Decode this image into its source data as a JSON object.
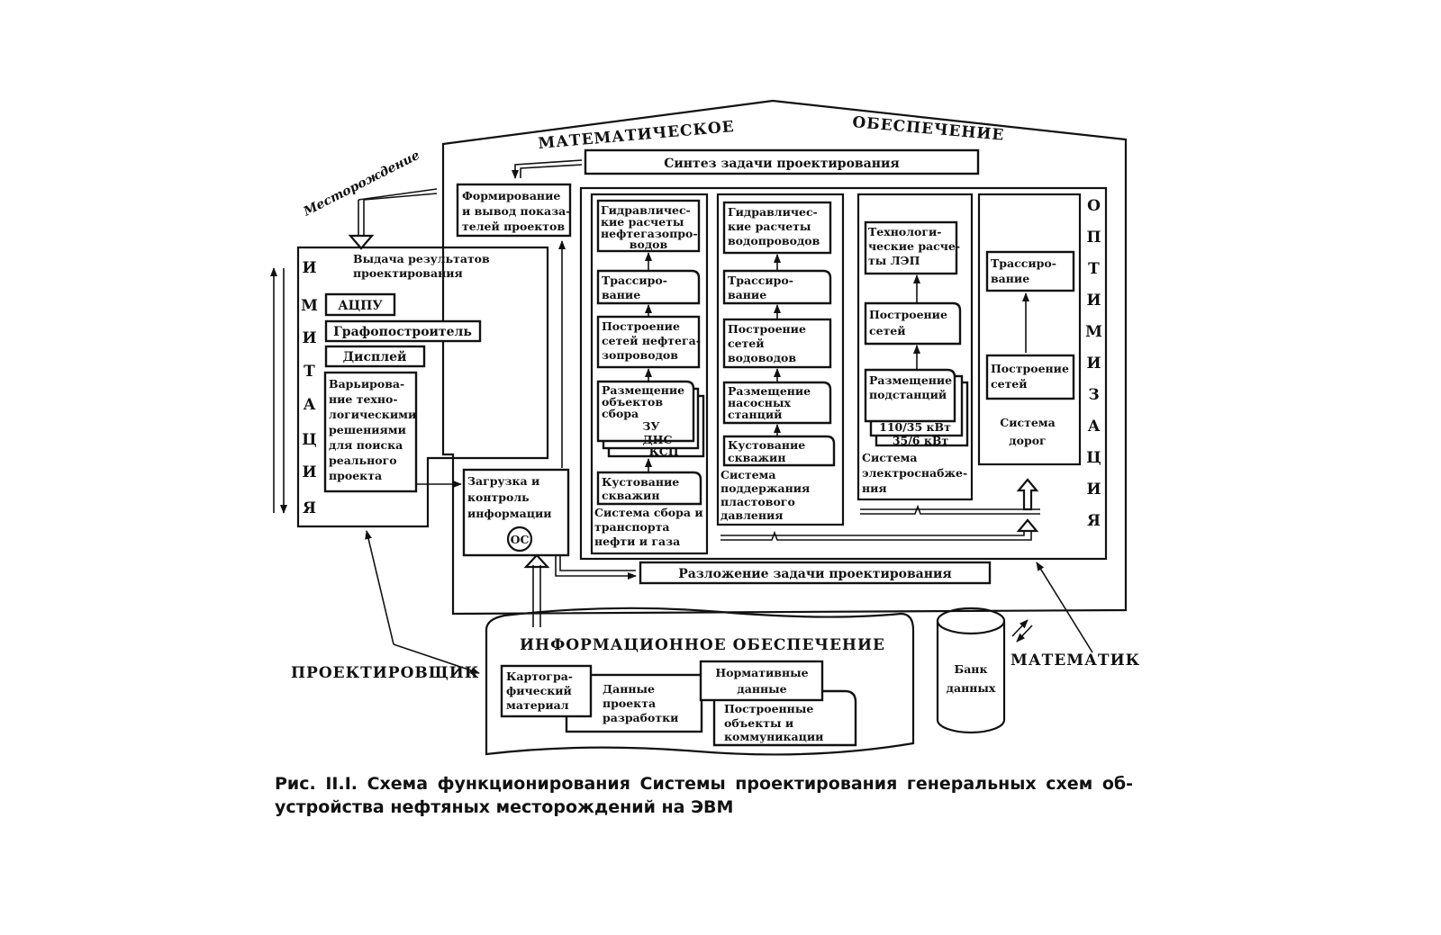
{
  "top": {
    "math_title_1": "МАТЕМАТИЧЕСКОЕ",
    "math_title_2": "ОБЕСПЕЧЕНИЕ",
    "synthesis": "Синтез задачи проектирования",
    "decomposition": "Разложение задачи проектирования",
    "optimization_letters": [
      "О",
      "П",
      "Т",
      "И",
      "М",
      "И",
      "З",
      "А",
      "Ц",
      "И",
      "Я"
    ]
  },
  "field_label": "Месторождение",
  "forming": [
    "Формирование",
    "и вывод показа-",
    "телей проектов"
  ],
  "imitation": {
    "letters": [
      "И",
      "М",
      "И",
      "Т",
      "А",
      "Ц",
      "И",
      "Я"
    ],
    "results_title": [
      "Выдача результатов",
      "проектирования"
    ],
    "devices": [
      "АЦПУ",
      "Графопостроитель",
      "Дисплей"
    ],
    "varying": [
      "Варьирова-",
      "ние техно-",
      "логическими",
      "решениями",
      "для поиска",
      "реального",
      "проекта"
    ]
  },
  "loading": {
    "lines": [
      "Загрузка и",
      "контроль",
      "информации"
    ],
    "os_label": "ОС"
  },
  "col_oil": {
    "hydraulic": [
      "Гидравличес-",
      "кие расчеты",
      "нефтегазопро-",
      "водов"
    ],
    "routing": [
      "Трассиро-",
      "вание"
    ],
    "networks": [
      "Построение",
      "сетей нефтега-",
      "зопроводов"
    ],
    "placement": [
      "Размещение",
      "объектов",
      "сбора"
    ],
    "stack_labels": [
      "ЗУ",
      "ДНС",
      "КСП"
    ],
    "clustering": [
      "Кустование",
      "скважин"
    ],
    "system": [
      "Система сбора и",
      "транспорта",
      "нефти и газа"
    ]
  },
  "col_water": {
    "hydraulic": [
      "Гидравличес-",
      "кие расчеты",
      "водопроводов"
    ],
    "routing": [
      "Трассиро-",
      "вание"
    ],
    "networks": [
      "Построение",
      "сетей",
      "водоводов"
    ],
    "placement": [
      "Размещение",
      "насосных",
      "станций"
    ],
    "clustering": [
      "Кустование",
      "скважин"
    ],
    "system": [
      "Система",
      "поддержания",
      "пластового",
      "давления"
    ]
  },
  "col_power": {
    "tech": [
      "Технологи-",
      "ческие расче-",
      "ты ЛЭП"
    ],
    "networks": [
      "Построение",
      "сетей"
    ],
    "substations": [
      "Размещение",
      "подстанций"
    ],
    "stack_labels": [
      "110/35 кВт",
      "35/6 кВт"
    ],
    "system": [
      "Система",
      "электроснабже-",
      "ния"
    ]
  },
  "col_roads": {
    "routing": [
      "Трассиро-",
      "вание"
    ],
    "networks": [
      "Построение",
      "сетей"
    ],
    "system": [
      "Система",
      "дорог"
    ]
  },
  "info": {
    "title": "ИНФОРМАЦИОННОЕ ОБЕСПЕЧЕНИЕ",
    "carto": [
      "Картогра-",
      "фический",
      "материал"
    ],
    "project_data": [
      "Данные",
      "проекта",
      "разработки"
    ],
    "normative": [
      "Нормативные",
      "данные"
    ],
    "built": [
      "Построенные",
      "объекты и",
      "коммуникации"
    ]
  },
  "bank": [
    "Банк",
    "данных"
  ],
  "roles": {
    "designer": "ПРОЕКТИРОВЩИК",
    "mathematician": "МАТЕМАТИК"
  },
  "caption": {
    "line1": "Рис. II.I. Схема  функционирования Системы проектирования генеральных схем об-",
    "line2": "устройства нефтяных месторождений на ЭВМ"
  }
}
